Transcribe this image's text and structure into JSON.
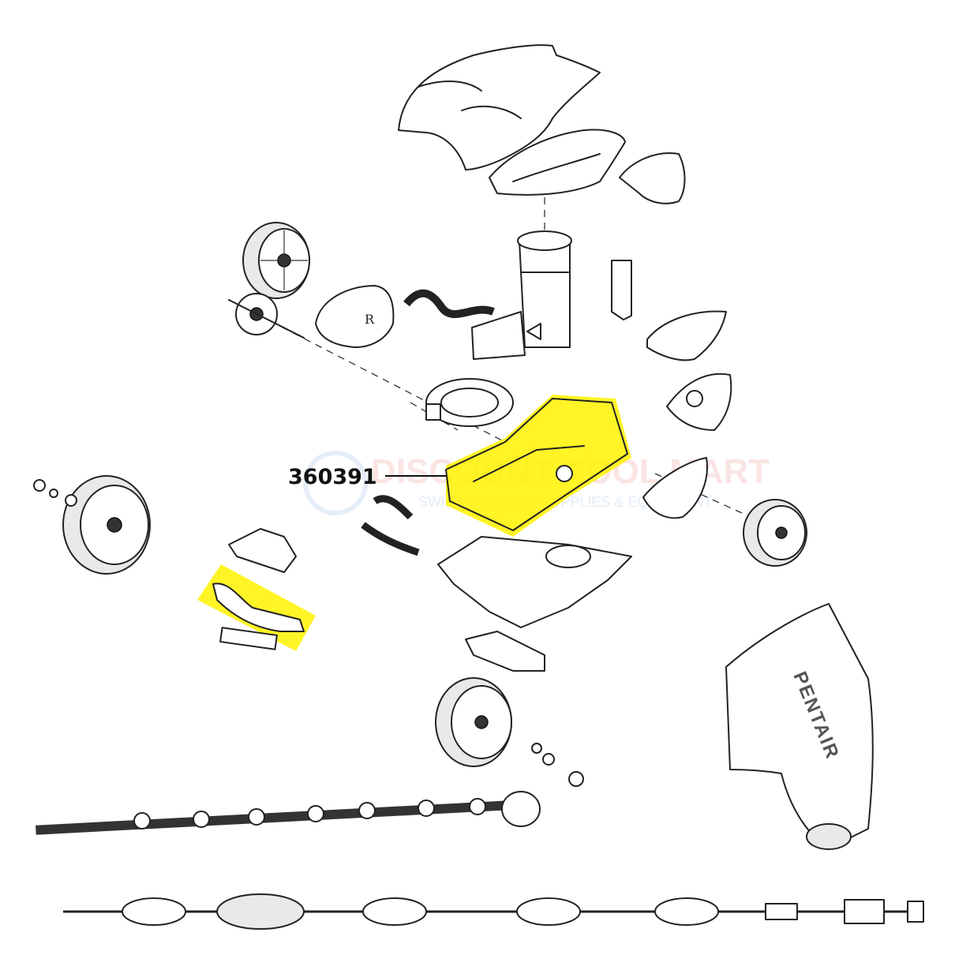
{
  "callout": {
    "part_number": "360391"
  },
  "bag_brand": "PENTAIR",
  "wheel_mark": "R",
  "watermark": {
    "line1": "DISCOUNT POOL MART",
    "line2": "SWIMMING POOL SUPPLIES & EQUIPMENT"
  },
  "colors": {
    "highlight": "#fff200",
    "line": "#222222",
    "watermark_red": "#e63b3b",
    "watermark_blue": "#2a6fc9"
  }
}
